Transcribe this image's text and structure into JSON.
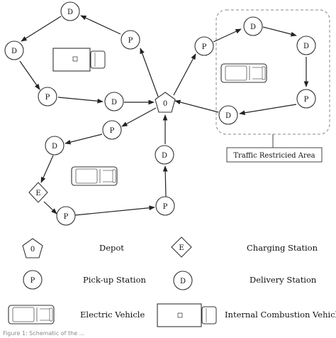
{
  "node_labels": {
    "depot": "0",
    "pickup": "P",
    "delivery": "D",
    "charging": "E"
  },
  "area_label": "Traffic Restricied Area",
  "legend": {
    "depot": "Depot",
    "charging": "Charging Station",
    "pickup": "Pick-up Station",
    "delivery": "Delivery Station",
    "ev": "Electric Vehicle",
    "icv": "Internal Combustion Vehicle"
  },
  "caption": "Figure 1: Schematic of the ..."
}
